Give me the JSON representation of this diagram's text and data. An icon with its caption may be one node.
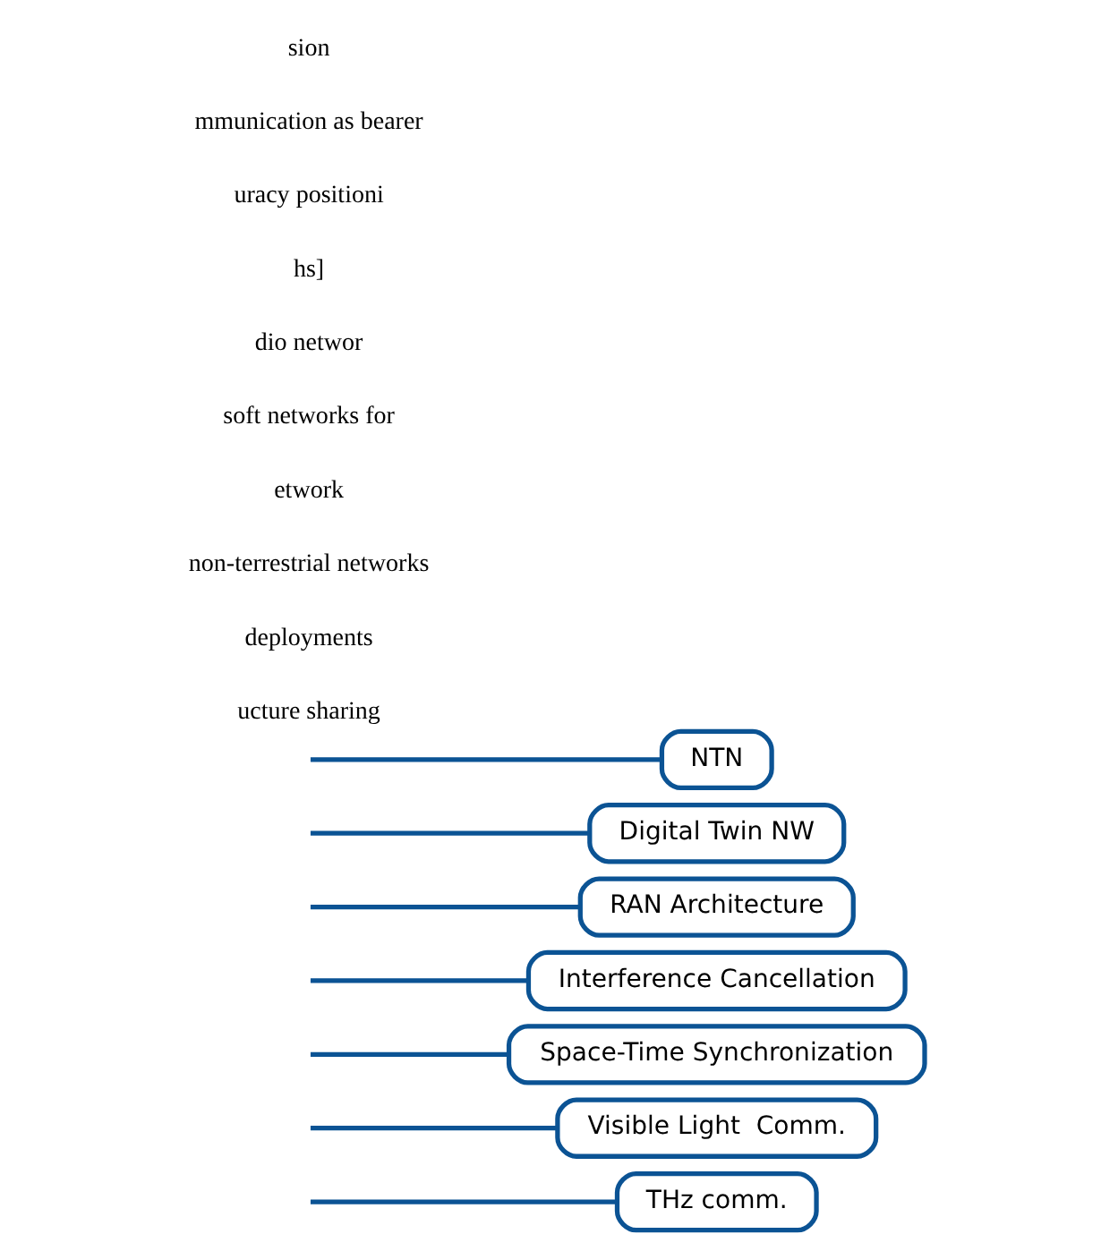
{
  "diagram": {
    "nodes": [
      {
        "text": [
          "THz comm."
        ]
      },
      {
        "text": [
          "Visible Light  Comm."
        ]
      },
      {
        "text": [
          "Space-Time Synchronization"
        ]
      },
      {
        "text": [
          "Interference Cancellation"
        ]
      },
      {
        "text": [
          "RAN Architecture"
        ]
      },
      {
        "text": [
          "Digital Twin NW"
        ]
      },
      {
        "text": [
          "NTN"
        ]
      }
    ],
    "edges": [
      {
        "from": 0,
        "to": null,
        "arrow": "none"
      },
      {
        "from": 1,
        "to": null,
        "arrow": "none"
      },
      {
        "from": 2,
        "to": null,
        "arrow": "none"
      },
      {
        "from": 3,
        "to": null,
        "arrow": "none"
      },
      {
        "from": 4,
        "to": null,
        "arrow": "none"
      },
      {
        "from": 5,
        "to": null,
        "arrow": "none"
      },
      {
        "from": 6,
        "to": null,
        "arrow": "none"
      }
    ],
    "labels": [
      "sion",
      "mmunication as bearer",
      "uracy positioni",
      "hs]",
      "dio networ",
      "soft networks for",
      "etwork",
      "non-terrestrial networks",
      "deployments",
      "ucture sharing"
    ]
  }
}
